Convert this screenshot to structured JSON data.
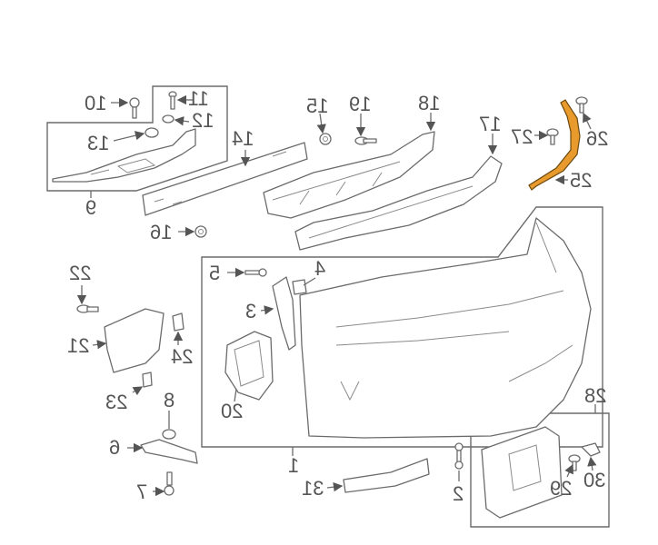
{
  "diagram": {
    "highlight_color": "#e89a2c",
    "callouts": [
      "1",
      "2",
      "3",
      "4",
      "5",
      "6",
      "7",
      "8",
      "9",
      "10",
      "11",
      "12",
      "13",
      "14",
      "15",
      "16",
      "17",
      "18",
      "19",
      "20",
      "21",
      "22",
      "23",
      "24",
      "25",
      "26",
      "27",
      "28",
      "29",
      "30",
      "31"
    ]
  }
}
